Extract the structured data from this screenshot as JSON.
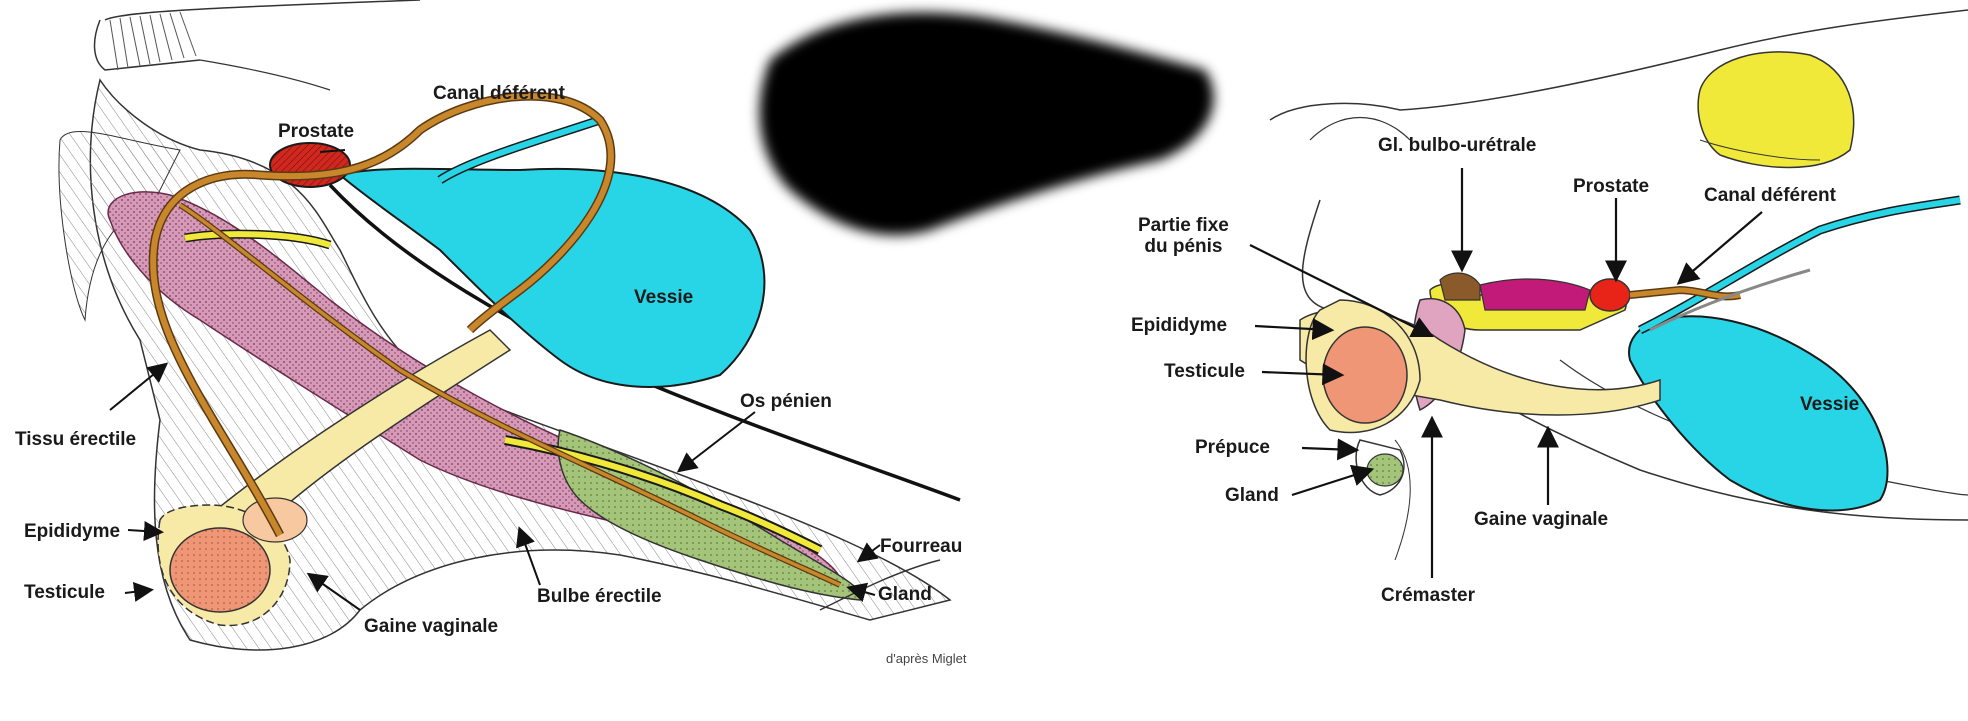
{
  "left_diagram": {
    "labels": {
      "canal_deferent": "Canal déférent",
      "prostate": "Prostate",
      "vessie": "Vessie",
      "os_penien": "Os pénien",
      "tissu_erectile": "Tissu érectile",
      "epididyme": "Epididyme",
      "testicule": "Testicule",
      "gaine_vaginale": "Gaine vaginale",
      "bulbe_erectile": "Bulbe érectile",
      "fourreau": "Fourreau",
      "gland": "Gland",
      "credit": "d'après Miglet"
    }
  },
  "right_diagram": {
    "labels": {
      "gl_bulbo": "Gl. bulbo-urétrale",
      "prostate": "Prostate",
      "canal_deferent": "Canal déférent",
      "partie_fixe": "Partie fixe\ndu pénis",
      "epididyme": "Epididyme",
      "testicule": "Testicule",
      "prepuce": "Prépuce",
      "gland": "Gland",
      "vessie": "Vessie",
      "gaine_vaginale": "Gaine vaginale",
      "cremaster": "Crémaster"
    }
  },
  "colors": {
    "bladder": "#27d5e6",
    "prostate_left": "#d0281e",
    "vas_deferens": "#c8872a",
    "erectile": "#d69ab8",
    "epididymis": "#f7e9a6",
    "testicle": "#ee9675",
    "glans_green": "#a4c47a",
    "bulbo_gland": "#8b5a2b",
    "magenta": "#c21a78",
    "yellow_urethra": "#f1e93a",
    "prostate_right": "#e82318",
    "pink_penis": "#e0a4c0",
    "occluder": "#000000"
  }
}
